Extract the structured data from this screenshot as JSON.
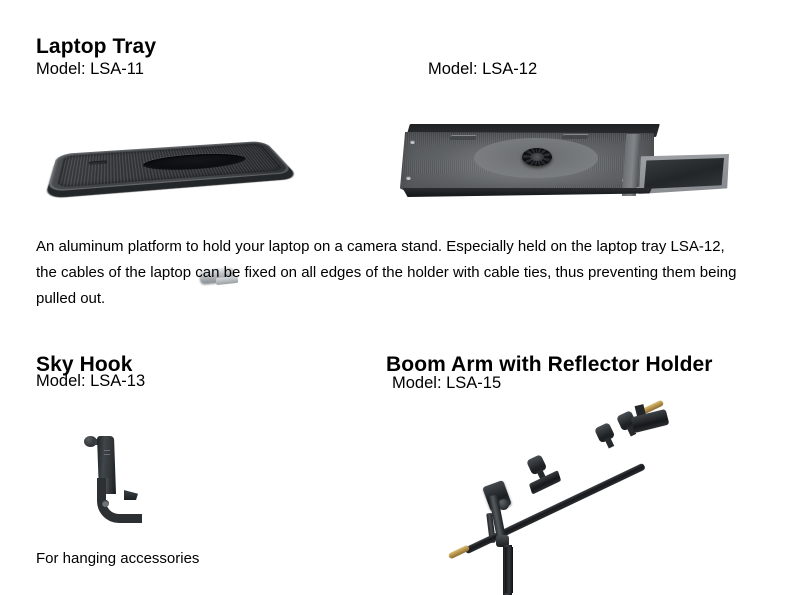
{
  "page": {
    "background_color": "#ffffff",
    "text_color": "#000000"
  },
  "products": [
    {
      "title": "Laptop Tray",
      "models": [
        {
          "label": "Model: LSA-11",
          "code": "LSA-11",
          "image_name": "laptop-tray-lsa11-photo"
        },
        {
          "label": "Model: LSA-12",
          "code": "LSA-12",
          "image_name": "laptop-tray-lsa12-photo"
        }
      ],
      "description": "An aluminum platform to hold your laptop on a camera stand. Especially held on the laptop tray LSA-12, the cables of the laptop can be fixed on all edges of the holder with cable ties, thus preventing them being pulled out."
    },
    {
      "title": "Sky Hook",
      "model_label": "Model: LSA-13",
      "code": "LSA-13",
      "caption": "For hanging accessories",
      "image_name": "sky-hook-lsa13-photo"
    },
    {
      "title": "Boom Arm with Reflector Holder",
      "model_label": "Model: LSA-15",
      "code": "LSA-15",
      "image_name": "boom-arm-lsa15-photo"
    }
  ],
  "colors": {
    "tray_dark": "#3a3d40",
    "tray_light_gray": "#74777a",
    "hardware_black": "#1c1f22",
    "brass_tip": "#b5924a",
    "screw_silver": "#c8cbce"
  }
}
